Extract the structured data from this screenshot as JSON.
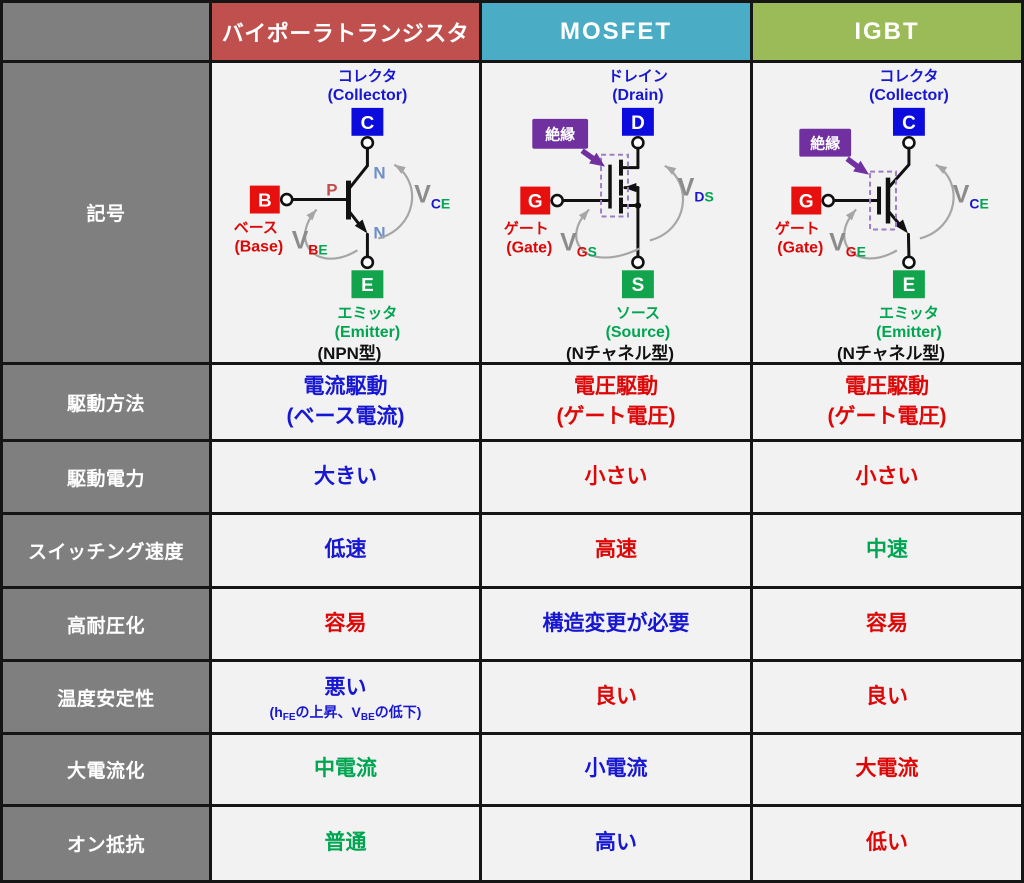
{
  "palette": {
    "ink": "#111111",
    "blue": "#1717d2",
    "red": "#dd0707",
    "green": "#00a551",
    "box_blue": "#0b0bdd",
    "box_red": "#e80f0f",
    "box_green": "#12a44c",
    "purple": "#7030a0",
    "dash_purple": "#9a7fc4",
    "n_col": "#6e8fc8",
    "p_col": "#c0504d",
    "v_gray": "#8c8c8c",
    "arrow_gray": "#a6a6a6",
    "hdr_gray": "#7f7f7f",
    "hdr_red": "#c0504d",
    "hdr_blue": "#4bacc6",
    "hdr_green": "#9bbb59",
    "cell_bg": "#f2f2f2",
    "grid": "#151515",
    "type_ink": "#111111"
  },
  "header": {
    "cols": [
      "",
      "バイポーラトランジスタ",
      "MOSFET",
      "IGBT"
    ]
  },
  "row_labels": [
    "記号",
    "駆動方法",
    "駆動電力",
    "スイッチング速度",
    "高耐圧化",
    "温度安定性",
    "大電流化",
    "オン抵抗"
  ],
  "diagrams": {
    "bjt": {
      "top_jp": "コレクタ",
      "top_en": "(Collector)",
      "top_t": "C",
      "left_t": "B",
      "left_jp": "ベース",
      "left_en": "(Base)",
      "bottom_t": "E",
      "bottom_jp": "エミッタ",
      "bottom_en": "(Emitter)",
      "region_top": "N",
      "region_mid": "P",
      "region_bottom": "N",
      "v_left": {
        "v": "V",
        "s1": "B",
        "s2": "E"
      },
      "v_right": {
        "v": "V",
        "s1": "C",
        "s2": "E"
      },
      "type": "(NPN型)"
    },
    "mosfet": {
      "top_jp": "ドレイン",
      "top_en": "(Drain)",
      "top_t": "D",
      "left_t": "G",
      "left_jp": "ゲート",
      "left_en": "(Gate)",
      "bottom_t": "S",
      "bottom_jp": "ソース",
      "bottom_en": "(Source)",
      "insulation": "絶縁",
      "v_left": {
        "v": "V",
        "s1": "G",
        "s2": "S"
      },
      "v_right": {
        "v": "V",
        "s1": "D",
        "s2": "S"
      },
      "type": "(Nチャネル型)"
    },
    "igbt": {
      "top_jp": "コレクタ",
      "top_en": "(Collector)",
      "top_t": "C",
      "left_t": "G",
      "left_jp": "ゲート",
      "left_en": "(Gate)",
      "bottom_t": "E",
      "bottom_jp": "エミッタ",
      "bottom_en": "(Emitter)",
      "insulation": "絶縁",
      "v_left": {
        "v": "V",
        "s1": "G",
        "s2": "E"
      },
      "v_right": {
        "v": "V",
        "s1": "C",
        "s2": "E"
      },
      "type": "(Nチャネル型)"
    }
  },
  "body": {
    "drive_method": {
      "c1": {
        "l1": "電流駆動",
        "l2": "(ベース電流)",
        "color": "#1717d2"
      },
      "c2": {
        "l1": "電圧駆動",
        "l2": "(ゲート電圧)",
        "color": "#dd0707"
      },
      "c3": {
        "l1": "電圧駆動",
        "l2": "(ゲート電圧)",
        "color": "#dd0707"
      }
    },
    "drive_power": {
      "c1": {
        "text": "大きい",
        "color": "#1717d2"
      },
      "c2": {
        "text": "小さい",
        "color": "#dd0707"
      },
      "c3": {
        "text": "小さい",
        "color": "#dd0707"
      }
    },
    "switching_speed": {
      "c1": {
        "text": "低速",
        "color": "#1717d2"
      },
      "c2": {
        "text": "高速",
        "color": "#dd0707"
      },
      "c3": {
        "text": "中速",
        "color": "#00a551"
      }
    },
    "high_voltage": {
      "c1": {
        "text": "容易",
        "color": "#dd0707"
      },
      "c2": {
        "text": "構造変更が必要",
        "color": "#1717d2"
      },
      "c3": {
        "text": "容易",
        "color": "#dd0707"
      }
    },
    "temp_stability": {
      "c1": {
        "l1": "悪い",
        "sub": {
          "p1": "(h",
          "s1": "FE",
          "p2": "の上昇、V",
          "s2": "BE",
          "p3": "の低下)"
        },
        "color": "#1717d2"
      },
      "c2": {
        "text": "良い",
        "color": "#dd0707"
      },
      "c3": {
        "text": "良い",
        "color": "#dd0707"
      }
    },
    "high_current": {
      "c1": {
        "text": "中電流",
        "color": "#00a551"
      },
      "c2": {
        "text": "小電流",
        "color": "#1717d2"
      },
      "c3": {
        "text": "大電流",
        "color": "#dd0707"
      }
    },
    "on_resistance": {
      "c1": {
        "text": "普通",
        "color": "#00a551"
      },
      "c2": {
        "text": "高い",
        "color": "#1717d2"
      },
      "c3": {
        "text": "低い",
        "color": "#dd0707"
      }
    }
  }
}
